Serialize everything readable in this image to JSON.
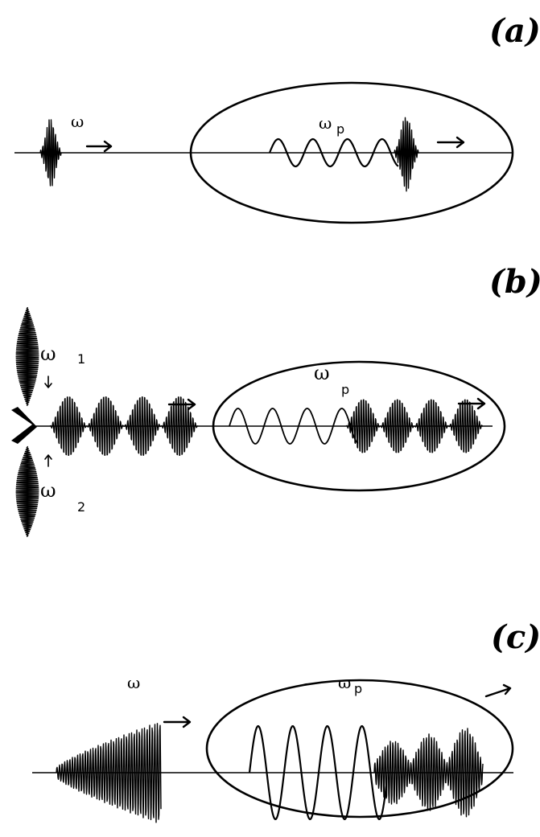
{
  "figure": {
    "panels": [
      {
        "id": "a",
        "label": "(a)",
        "symbol_left": "ω",
        "symbol_right": "ω",
        "symbol_right_sub": "p"
      },
      {
        "id": "b",
        "label": "(b)",
        "symbol_top": "ω",
        "symbol_top_sub": "1",
        "symbol_bottom": "ω",
        "symbol_bottom_sub": "2",
        "symbol_right": "ω",
        "symbol_right_sub": "p"
      },
      {
        "id": "c",
        "label": "(c)",
        "symbol_left": "ω",
        "symbol_right": "ω",
        "symbol_right_sub": "p"
      }
    ]
  }
}
